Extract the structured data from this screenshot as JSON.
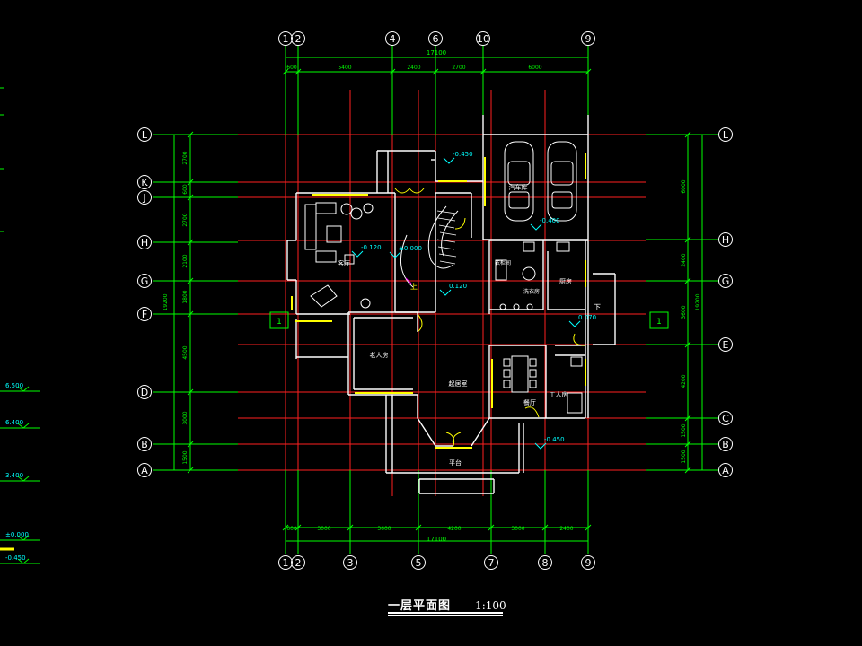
{
  "drawing": {
    "title": "一层平面图",
    "scale": "1:100"
  },
  "colors": {
    "background": "#000000",
    "axis": "#ff2020",
    "dimension": "#00ff00",
    "wall": "#ffffff",
    "label": "#00ffff",
    "door": "#ffff00",
    "marker": "#ff00ff"
  },
  "axes": {
    "top": [
      "1",
      "2",
      "4",
      "6",
      "10",
      "9"
    ],
    "bottom": [
      "1",
      "2",
      "3",
      "5",
      "7",
      "8",
      "9"
    ],
    "left": [
      "L",
      "K",
      "J",
      "H",
      "G",
      "F",
      "D",
      "B",
      "A"
    ],
    "right": [
      "L",
      "H",
      "G",
      "E",
      "C",
      "B",
      "A"
    ]
  },
  "dimensions": {
    "top_total": "17100",
    "top_segments": [
      "600",
      "5400",
      "2400",
      "2700",
      "6000"
    ],
    "bottom_total": "17100",
    "bottom_segments": [
      "600",
      "3000",
      "3600",
      "4200",
      "3000",
      "2400"
    ],
    "left_total": "19200",
    "left_segments": [
      "2700",
      "600",
      "2700",
      "2100",
      "1800",
      "4500",
      "3000",
      "1500"
    ],
    "right_total": "19200",
    "right_segments": [
      "6000",
      "2400",
      "3600",
      "4200",
      "1500",
      "1500"
    ]
  },
  "rooms": {
    "garage": "汽车库",
    "living": "客厅",
    "storage": "衣柜间",
    "laundry": "洗衣房",
    "kitchen": "厨房",
    "elder_room": "老人房",
    "family_hall": "起居室",
    "dining": "餐厅",
    "staff_room": "工人房",
    "terrace": "平台"
  },
  "levels": {
    "entry": "-0.450",
    "living": "-0.120",
    "center": "±0.000",
    "hall": "0.120",
    "garage": "-0.400",
    "side": "0.070",
    "terrace": "-0.450"
  },
  "stair_labels": {
    "up": "上",
    "down": "下"
  },
  "section_mark": "1",
  "elevations": [
    "6.500",
    "6.400",
    "3.400",
    "±0.000",
    "-0.450"
  ]
}
